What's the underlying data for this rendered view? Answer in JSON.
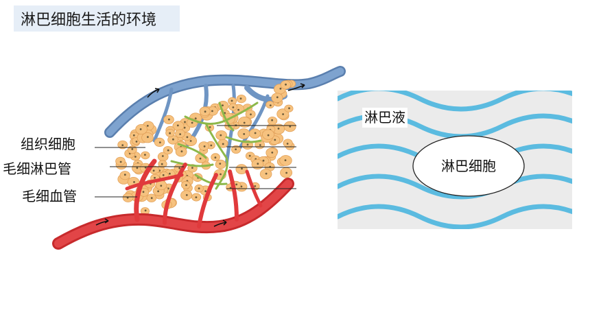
{
  "title": "淋巴细胞生活的环境",
  "labels": {
    "tissue_cell": "组织细胞",
    "lymph_capillary": "毛细淋巴管",
    "blood_capillary": "毛细血管"
  },
  "panel": {
    "fluid_label": "淋巴液",
    "cell_label": "淋巴细胞"
  },
  "colors": {
    "vein": "#6f95c3",
    "artery": "#e03a3c",
    "lymph": "#8db84a",
    "cell_fill": "#f6c27f",
    "cell_nucleus": "#6b5a3a",
    "wave": "#5bbbe0",
    "panel_bg": "#ebebeb",
    "title_bg": "#e6eef7"
  }
}
